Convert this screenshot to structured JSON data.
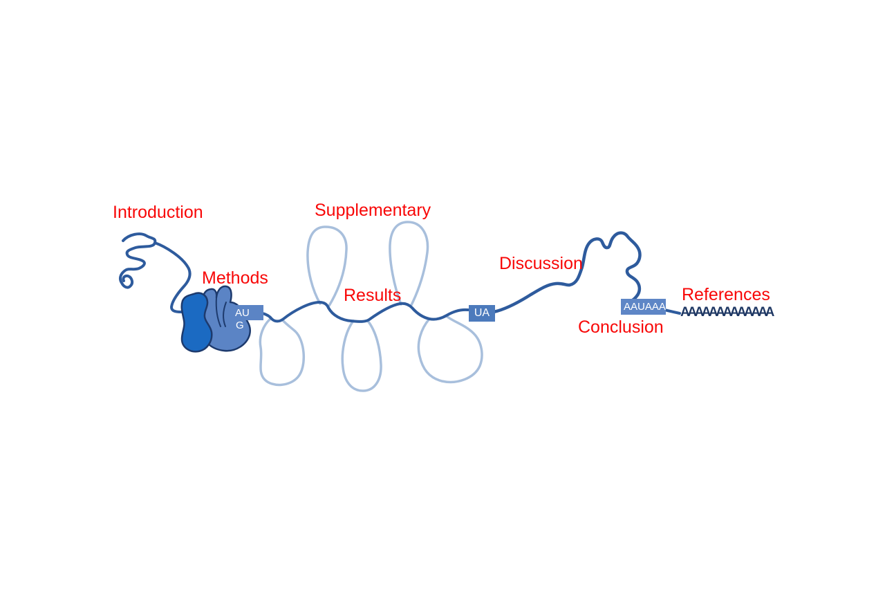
{
  "figure": {
    "background": "#ffffff"
  },
  "labels": {
    "introduction": "Introduction",
    "methods": "Methods",
    "supplementary": "Supplementary",
    "results": "Results",
    "discussion": "Discussion",
    "conclusion": "Conclusion",
    "references": "References"
  },
  "sequence_tags": {
    "start_codon_line1": "AU",
    "start_codon_line2": "G",
    "stop_codon": "UA",
    "polyadenylation_signal": "AAUAAA",
    "poly_a_tail": "AAAAAAAAAAAAA"
  },
  "colors": {
    "label_red": "#f80707",
    "strand_blue": "#2e5b9d",
    "loop_light_blue": "#a8bfdc",
    "ribosome_dark_blue": "#1b6ac2",
    "ribosome_light_blue": "#5b84c5",
    "ribosome_outline": "#1d3a6d",
    "stop_codon_box_blue": "#4c7abc",
    "polya_signal_box_blue": "#5e86c6",
    "poly_a_navy": "#1f3864",
    "tag_text_white": "#ffffff"
  }
}
